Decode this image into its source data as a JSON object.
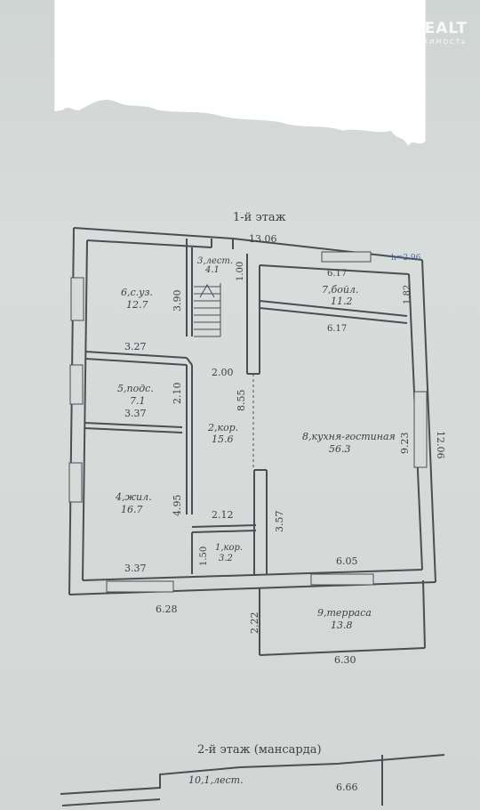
{
  "watermark": {
    "brand": "ONREALT",
    "sub": "НЕДВИЖИМОСТЬ"
  },
  "floor1": {
    "title": "1-й этаж",
    "ceiling_height": "h=2.96",
    "overall": {
      "width": "13.06",
      "depth": "12.06",
      "bottom_left": "6.28"
    },
    "rooms": [
      {
        "id": "wc",
        "name": "6,с.уз.",
        "area": "12.7"
      },
      {
        "id": "stairs",
        "name": "3,лест.",
        "area": "4.1"
      },
      {
        "id": "boiler",
        "name": "7,бойл.",
        "area": "11.2"
      },
      {
        "id": "utility",
        "name": "5,подс.",
        "area": "7.1"
      },
      {
        "id": "corridor2",
        "name": "2,кор.",
        "area": "15.6"
      },
      {
        "id": "living",
        "name": "4,жил.",
        "area": "16.7"
      },
      {
        "id": "kitchen",
        "name": "8,кухня-гостиная",
        "area": "56.3"
      },
      {
        "id": "corridor1",
        "name": "1,кор.",
        "area": "3.2"
      },
      {
        "id": "terrace",
        "name": "9,терраса",
        "area": "13.8"
      }
    ],
    "dims": {
      "d_6_17_top": "6.17",
      "d_1_82": "1.82",
      "d_6_17_mid": "6.17",
      "d_3_90": "3.90",
      "d_1_00": "1.00",
      "d_3_27": "3.27",
      "d_2_00": "2.00",
      "d_2_10": "2.10",
      "d_3_37_mid": "3.37",
      "d_8_55": "8.55",
      "d_9_23": "9.23",
      "d_4_95": "4.95",
      "d_2_12": "2.12",
      "d_3_57": "3.57",
      "d_1_50": "1.50",
      "d_3_37_bot": "3.37",
      "d_6_05": "6.05",
      "d_2_22": "2.22",
      "d_6_30": "6.30"
    }
  },
  "floor2": {
    "title": "2-й этаж (мансарда)",
    "room_label": "10,1,лест.",
    "dim": "6.66"
  }
}
